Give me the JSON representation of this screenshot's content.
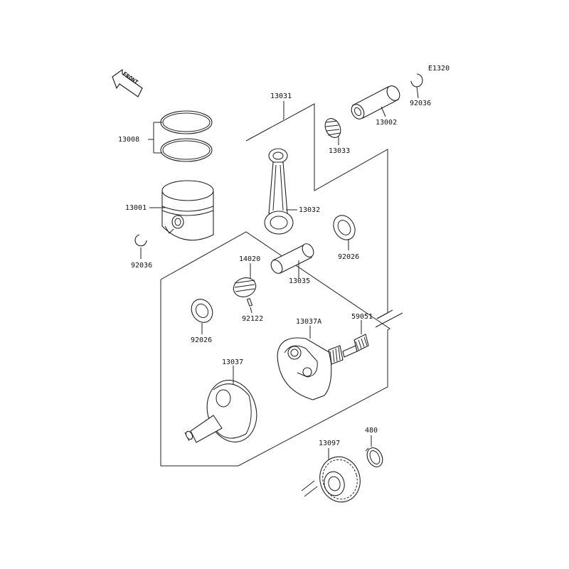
{
  "diagram_code": "E1320",
  "front_label": "FRONT",
  "labels": {
    "p13008": "13008",
    "p13001": "13001",
    "p92036_left": "92036",
    "p13031": "13031",
    "p13032": "13032",
    "p13033": "13033",
    "p13002": "13002",
    "p92036_right": "92036",
    "p92026_right": "92026",
    "p14020": "14020",
    "p13035": "13035",
    "p92122": "92122",
    "p92026_left": "92026",
    "p13037A": "13037A",
    "p59051": "59051",
    "p13037": "13037",
    "p480": "480",
    "p13097": "13097"
  }
}
